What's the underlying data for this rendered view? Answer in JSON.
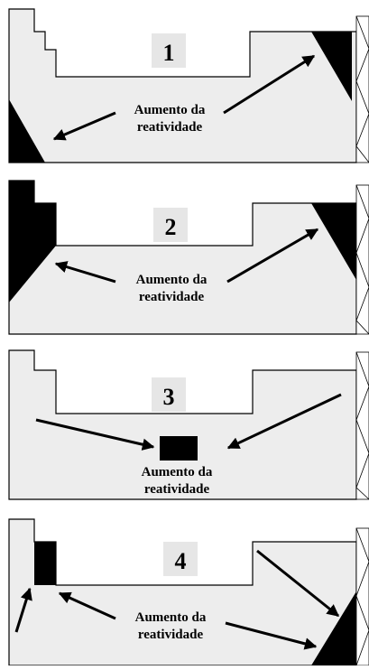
{
  "colors": {
    "background": "#ffffff",
    "panel_fill": "#ededed",
    "outline": "#000000",
    "reactive_zone": "#000000",
    "number_box": "#e6e6e6"
  },
  "panels": [
    {
      "number": "1",
      "caption_line1": "Aumento da",
      "caption_line2": "reatividade"
    },
    {
      "number": "2",
      "caption_line1": "Aumento da",
      "caption_line2": "reatividade"
    },
    {
      "number": "3",
      "caption_line1": "Aumento da",
      "caption_line2": "reatividade"
    },
    {
      "number": "4",
      "caption_line1": "Aumento da",
      "caption_line2": "reatividade"
    }
  ]
}
